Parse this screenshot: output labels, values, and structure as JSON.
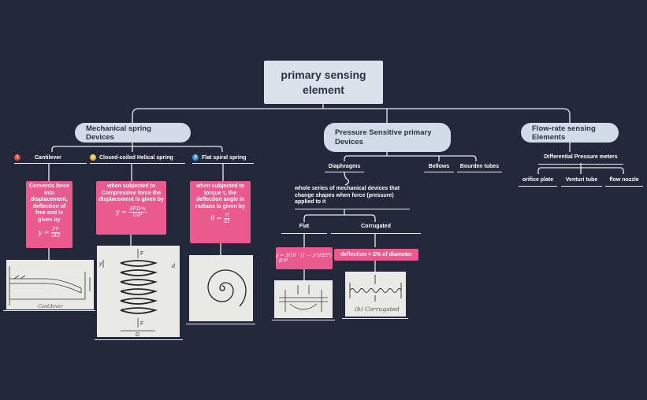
{
  "root": {
    "label": "primary sensing element"
  },
  "branches": [
    {
      "label": "Mechanical spring Devices"
    },
    {
      "label": "Pressure Sensitive primary Devices"
    },
    {
      "label": "Flow-rate sensing Elements"
    }
  ],
  "mechanical": {
    "items": [
      {
        "num": "1",
        "label": "Cantilever",
        "color": "#e2463c",
        "desc": "Convents force into displacement, deflection of free end is given by",
        "formula_lhs": "y =",
        "formula_num": "Fl³",
        "formula_den": "3EI",
        "image_caption": "Cantilever"
      },
      {
        "num": "2",
        "label": "Closed-coiled Helical spring",
        "color": "#f1b52c",
        "desc": "when subjected to Compressive force the displacement is given by",
        "formula_lhs": "y =",
        "formula_num": "8FD³n",
        "formula_den": "Gd⁴",
        "image_labels": [
          "F",
          "F",
          "y",
          "d",
          "D"
        ]
      },
      {
        "num": "3",
        "label": "Flat spiral spring",
        "color": "#3f8fe0",
        "desc": "when subjected to torque τ, the deflection angle in radians is given by",
        "formula_lhs": "θ =",
        "formula_num": "τl",
        "formula_den": "EI"
      }
    ]
  },
  "pressure": {
    "children": [
      {
        "label": "Diaphragms"
      },
      {
        "label": "Bellows"
      },
      {
        "label": "Bourden tubes"
      }
    ],
    "diaphragm_note": "whole series of mechanical devices that change shapes when force (pressure) applied to it",
    "flat": {
      "label": "Flat",
      "formula": "y = 3/16 · (1 − μ²)/(Et³) · R⁴P"
    },
    "corrugated": {
      "label": "Corrugated",
      "note": "deflection = 2% of diameter",
      "image_caption": "(b) Corrugated"
    }
  },
  "flow": {
    "child": {
      "label": "Differential Pressure meters"
    },
    "items": [
      {
        "label": "orifice plate"
      },
      {
        "label": "Venturi tube"
      },
      {
        "label": "flow nozzle"
      }
    ]
  },
  "colors": {
    "background": "#23283a",
    "node": "#d2dbe8",
    "pink": "#ea5a8c",
    "line": "#e8ecf3"
  }
}
